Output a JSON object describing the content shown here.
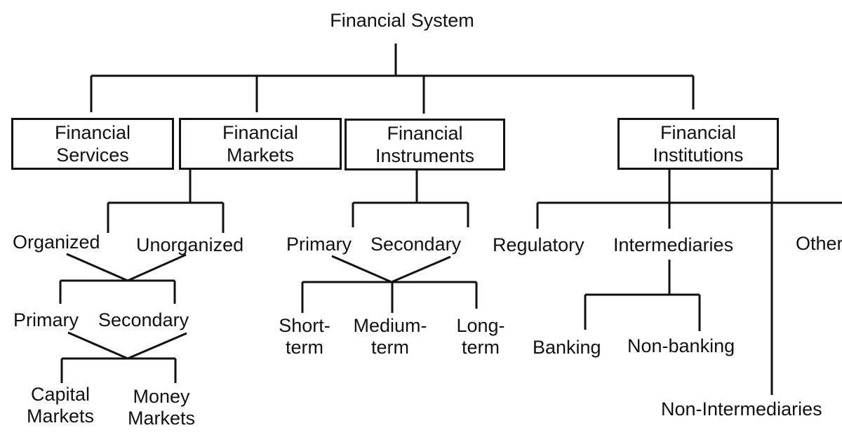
{
  "title": "Financial System",
  "categories": [
    {
      "id": "services",
      "line1": "Financial",
      "line2": "Services"
    },
    {
      "id": "markets",
      "line1": "Financial",
      "line2": "Markets"
    },
    {
      "id": "instruments",
      "line1": "Financial",
      "line2": "Instruments"
    },
    {
      "id": "institutions",
      "line1": "Financial",
      "line2": "Institutions"
    }
  ],
  "markets": {
    "level1": [
      "Organized",
      "Unorganized"
    ],
    "level2": [
      "Primary",
      "Secondary"
    ],
    "level3": [
      {
        "line1": "Capital",
        "line2": "Markets"
      },
      {
        "line1": "Money",
        "line2": "Markets"
      }
    ]
  },
  "instruments": {
    "level1": [
      "Primary",
      "Secondary"
    ],
    "level2": [
      {
        "line1": "Short-",
        "line2": "term"
      },
      {
        "line1": "Medium-",
        "line2": "term"
      },
      {
        "line1": "Long-",
        "line2": "term"
      }
    ]
  },
  "institutions": {
    "level1": [
      "Regulatory",
      "Intermediaries",
      "Others"
    ],
    "intermediaries": [
      "Banking",
      "Non-banking"
    ],
    "non_intermediaries": "Non-Intermediaries"
  }
}
